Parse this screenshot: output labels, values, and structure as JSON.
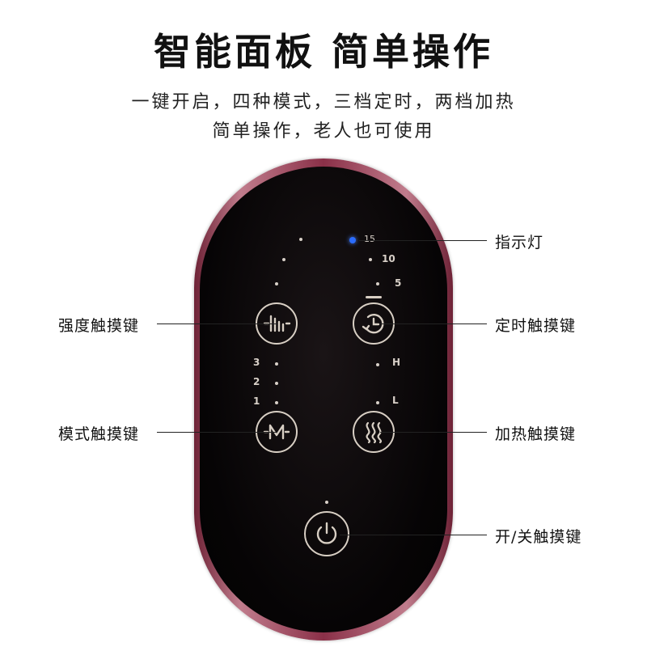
{
  "heading": {
    "title": "智能面板  简单操作",
    "line1": "一键开启，四种模式，三档定时，两档加热",
    "line2": "简单操作，老人也可使用"
  },
  "panel": {
    "timer_labels": [
      "15",
      "10",
      "5"
    ],
    "level_labels": [
      "3",
      "2",
      "1"
    ],
    "heat_labels": [
      "H",
      "L"
    ]
  },
  "callouts": {
    "indicator": "指示灯",
    "intensity": "强度触摸键",
    "timer": "定时触摸键",
    "mode": "模式触摸键",
    "heat": "加热触摸键",
    "power": "开/关触摸键"
  },
  "colors": {
    "indicator_led": "#2b6cff",
    "button_outline": "#d8cfc4",
    "shell": "#8a3048"
  }
}
